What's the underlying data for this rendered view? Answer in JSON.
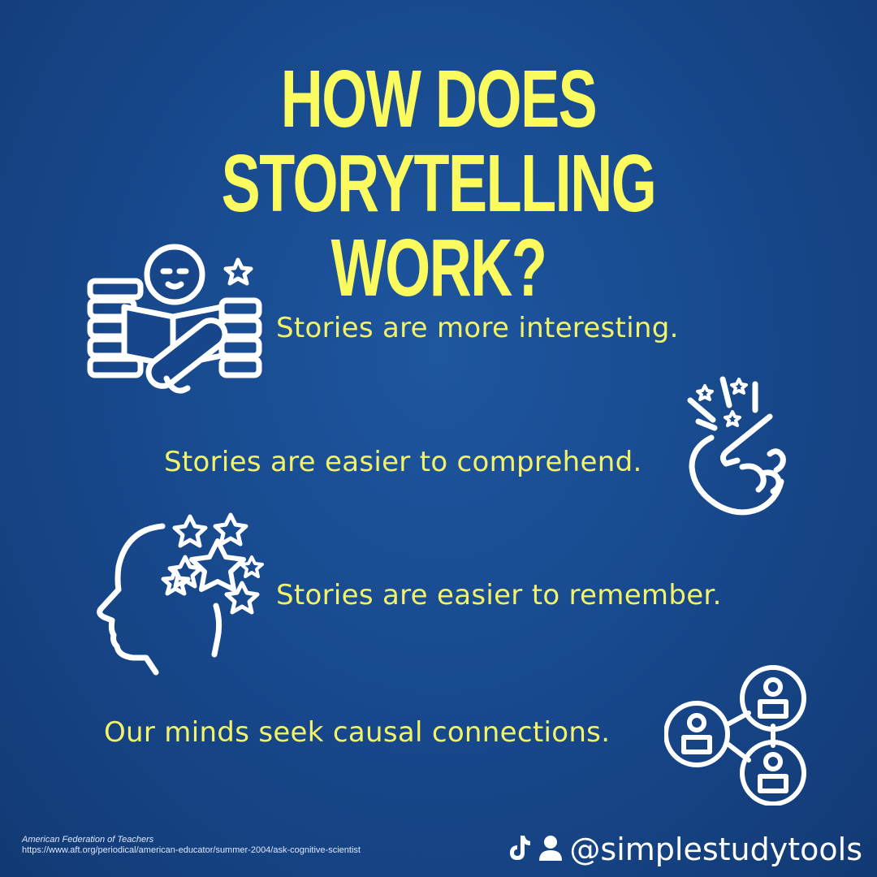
{
  "title": {
    "line1": "HOW DOES STORYTELLING",
    "line2": "WORK?"
  },
  "points": [
    {
      "text": "Stories are more interesting.",
      "icon": "reading-person-icon"
    },
    {
      "text": "Stories are easier to comprehend.",
      "icon": "finger-snap-icon"
    },
    {
      "text": "Stories are easier to remember.",
      "icon": "head-stars-icon"
    },
    {
      "text": "Our minds seek causal connections.",
      "icon": "network-people-icon"
    }
  ],
  "source": {
    "organization": "American Federation of Teachers",
    "url": "https://www.aft.org/periodical/american-educator/summer-2004/ask-cognitive-scientist"
  },
  "social": {
    "handle": "@simplestudytools",
    "icons": [
      "tiktok-icon",
      "person-icon"
    ]
  },
  "colors": {
    "background": "#17478a",
    "title": "#fbfb5f",
    "text": "#f3f36a",
    "icons": "#ffffff"
  }
}
